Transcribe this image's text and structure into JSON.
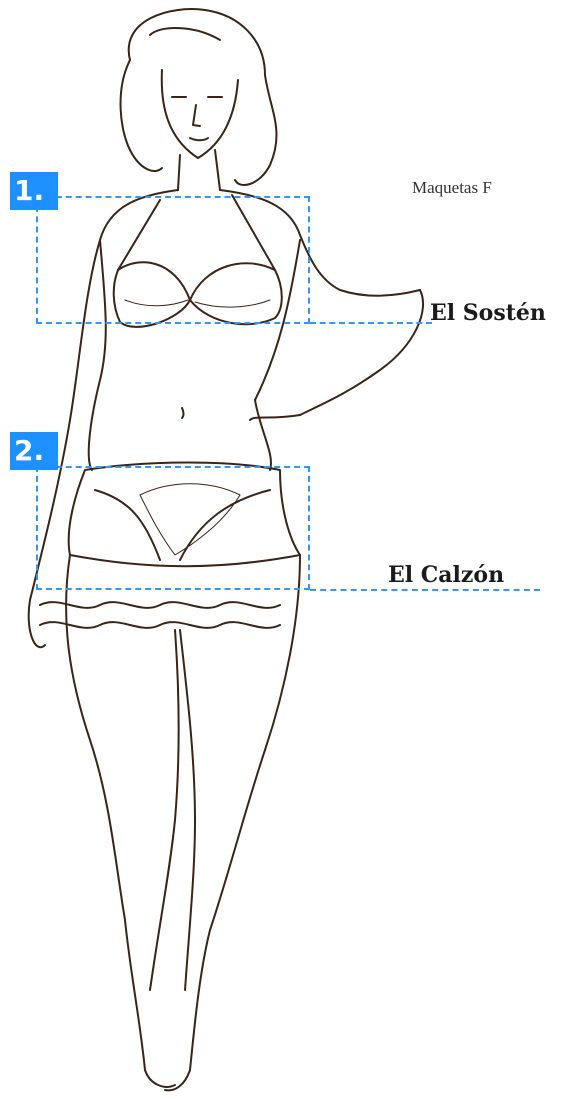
{
  "caption": "Maquetas F",
  "callouts": [
    {
      "number": "1.",
      "label": "El Sostén"
    },
    {
      "number": "2.",
      "label": "El Calzón"
    }
  ],
  "colors": {
    "accent": "#1e90ff",
    "sketch": "#3a2418"
  }
}
